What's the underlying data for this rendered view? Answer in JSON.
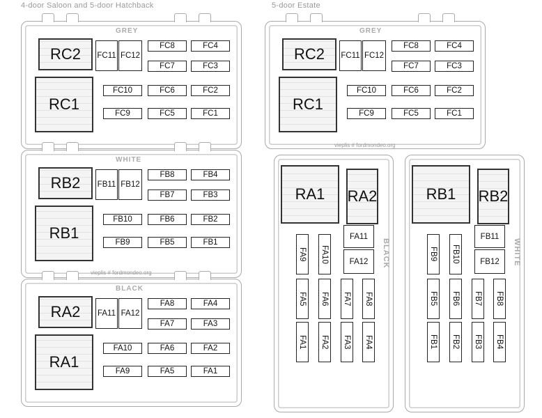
{
  "titles": {
    "left": "4-door Saloon and 5-door Hatchback",
    "right": "5-door Estate"
  },
  "watermark": "vieplis # fordmondeo.org",
  "left": {
    "grey": {
      "color_label": "GREY",
      "relays": [
        "RC2",
        "RC1"
      ],
      "fuses": [
        "FC11",
        "FC12",
        "FC8",
        "FC4",
        "FC7",
        "FC3",
        "FC10",
        "FC6",
        "FC2",
        "FC9",
        "FC5",
        "FC1"
      ]
    },
    "white": {
      "color_label": "WHITE",
      "relays": [
        "RB2",
        "RB1"
      ],
      "fuses": [
        "FB11",
        "FB12",
        "FB8",
        "FB4",
        "FB7",
        "FB3",
        "FB10",
        "FB6",
        "FB2",
        "FB9",
        "FB5",
        "FB1"
      ]
    },
    "black": {
      "color_label": "BLACK",
      "relays": [
        "RA2",
        "RA1"
      ],
      "fuses": [
        "FA11",
        "FA12",
        "FA8",
        "FA4",
        "FA7",
        "FA3",
        "FA10",
        "FA6",
        "FA2",
        "FA9",
        "FA5",
        "FA1"
      ]
    }
  },
  "right": {
    "grey": {
      "color_label": "GREY",
      "relays": [
        "RC2",
        "RC1"
      ],
      "fuses": [
        "FC11",
        "FC12",
        "FC8",
        "FC4",
        "FC7",
        "FC3",
        "FC10",
        "FC6",
        "FC2",
        "FC9",
        "FC5",
        "FC1"
      ]
    },
    "black": {
      "color_label": "BLACK",
      "relays": [
        "RA1",
        "RA2"
      ],
      "fuses": [
        "FA11",
        "FA12",
        "FA9",
        "FA10",
        "FA5",
        "FA6",
        "FA7",
        "FA8",
        "FA1",
        "FA2",
        "FA3",
        "FA4"
      ]
    },
    "white": {
      "color_label": "WHITE",
      "relays": [
        "RB1",
        "RB2"
      ],
      "fuses": [
        "FB11",
        "FB12",
        "FB9",
        "FB10",
        "FB5",
        "FB6",
        "FB7",
        "FB8",
        "FB1",
        "FB2",
        "FB3",
        "FB4"
      ]
    }
  }
}
